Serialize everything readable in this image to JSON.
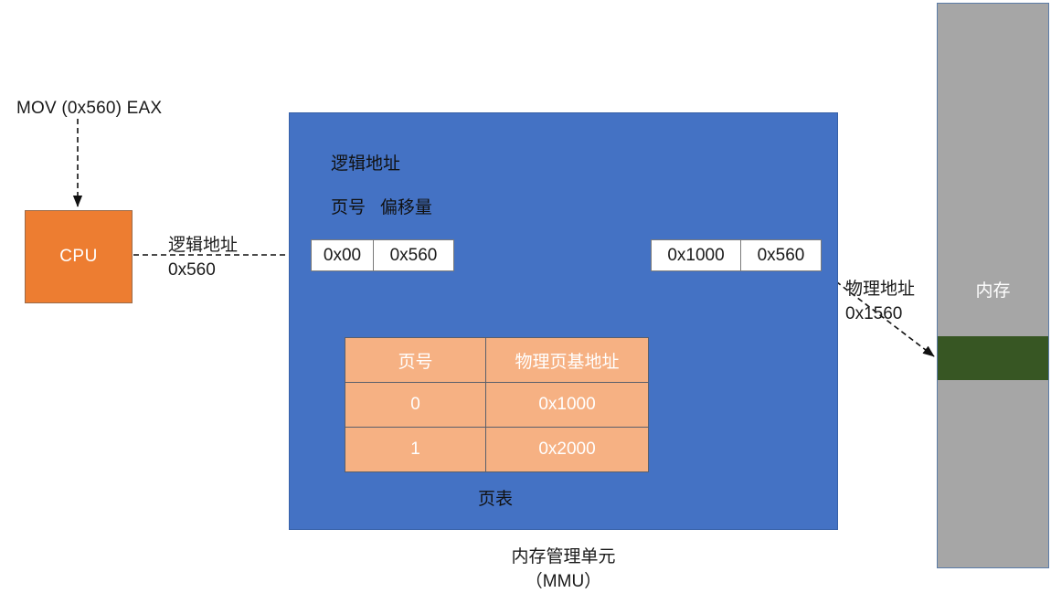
{
  "diagram": {
    "title_caption": "内存管理单元",
    "title_caption_sub": "（MMU）"
  },
  "instruction": {
    "text": "MOV (0x560) EAX"
  },
  "cpu": {
    "label": "CPU"
  },
  "mmu": {
    "logical_address_title": "逻辑地址",
    "field_headers": "页号   偏移量",
    "logical_address": {
      "page_number": "0x00",
      "offset": "0x560"
    },
    "physical_address": {
      "frame_base": "0x1000",
      "offset": "0x560"
    },
    "page_table": {
      "caption": "页表",
      "headers": [
        "页号",
        "物理页基地址"
      ],
      "rows": [
        [
          "0",
          "0x1000"
        ],
        [
          "1",
          "0x2000"
        ]
      ]
    }
  },
  "arrows": {
    "logical_address_label_line1": "逻辑地址",
    "logical_address_label_line2": "0x560",
    "physical_address_label_line1": "物理地址",
    "physical_address_label_line2": "0x1560"
  },
  "memory": {
    "label": "内存"
  },
  "colors": {
    "mmu_blue": "#4472C4",
    "cpu_orange": "#ED7D31",
    "table_orange": "#F6B183",
    "memory_gray": "#A6A6A6",
    "frame_green": "#375623",
    "page_bg": "#FFFFFF"
  }
}
